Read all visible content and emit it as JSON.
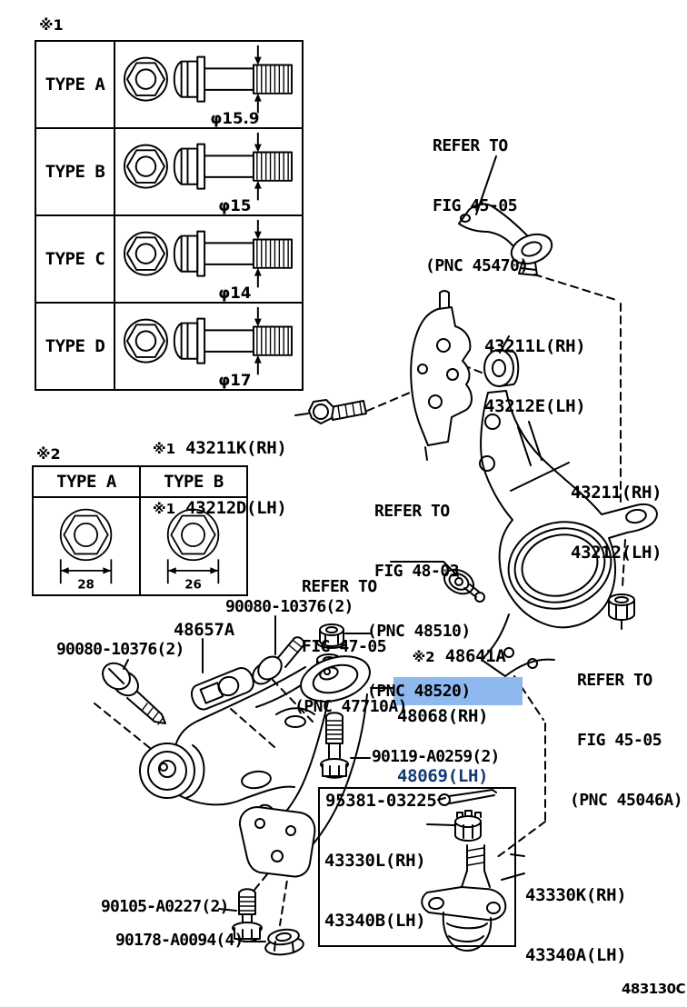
{
  "doc_code": "483130C",
  "colors": {
    "highlight_bg": "#8eb9ef",
    "highlight_text": "#123a74",
    "line": "#000000",
    "background": "#ffffff"
  },
  "bolt_type_table": {
    "marker": "※1",
    "rows": [
      {
        "type": "TYPE A",
        "diameter": "φ15.9"
      },
      {
        "type": "TYPE B",
        "diameter": "φ15"
      },
      {
        "type": "TYPE C",
        "diameter": "φ14"
      },
      {
        "type": "TYPE D",
        "diameter": "φ17"
      }
    ]
  },
  "nut_type_table": {
    "marker": "※2",
    "cols": [
      {
        "type": "TYPE A",
        "width_mm": "28"
      },
      {
        "type": "TYPE B",
        "width_mm": "26"
      }
    ]
  },
  "callouts": {
    "refer_tie_rod": {
      "l1": "REFER TO",
      "l2": "FIG 45-05",
      "l3": "(PNC 45470)"
    },
    "grommet": {
      "l1": "43211L(RH)",
      "l2": "43212E(LH)"
    },
    "camber_bolt": {
      "marker": "※1",
      "l1": "43211K(RH)",
      "l2": "43212D(LH)"
    },
    "knuckle": {
      "l1": "43211(RH)",
      "l2": "43212(LH)"
    },
    "refer_absorber": {
      "l1": "REFER TO",
      "l2": "FIG 48-03",
      "l3": "(PNC 48510)",
      "l4": "(PNC 48520)"
    },
    "refer_stabilizer": {
      "l1": "REFER TO",
      "l2": "FIG 47-05",
      "l3": "(PNC 47710A)"
    },
    "bolt_90080_upper": "90080-10376(2)",
    "bracket_48657A": "48657A",
    "nut_48641A": {
      "marker": "※2",
      "label": "48641A"
    },
    "bolt_90080_front": "90080-10376(2)",
    "arm_rh": "48068(RH)",
    "arm_lh": "48069(LH)",
    "bolt_90119": "90119-A0259(2)",
    "cotter_pin": "95381-03225",
    "castle_nut": {
      "l1": "43330L(RH)",
      "l2": "43340B(LH)"
    },
    "ball_joint": {
      "l1": "43330K(RH)",
      "l2": "43340A(LH)"
    },
    "refer_hub_nut": {
      "l1": "REFER TO",
      "l2": "FIG 45-05",
      "l3": "(PNC 45046A)"
    },
    "bolt_90105": "90105-A0227(2)",
    "nut_90178": "90178-A0094(4)"
  }
}
